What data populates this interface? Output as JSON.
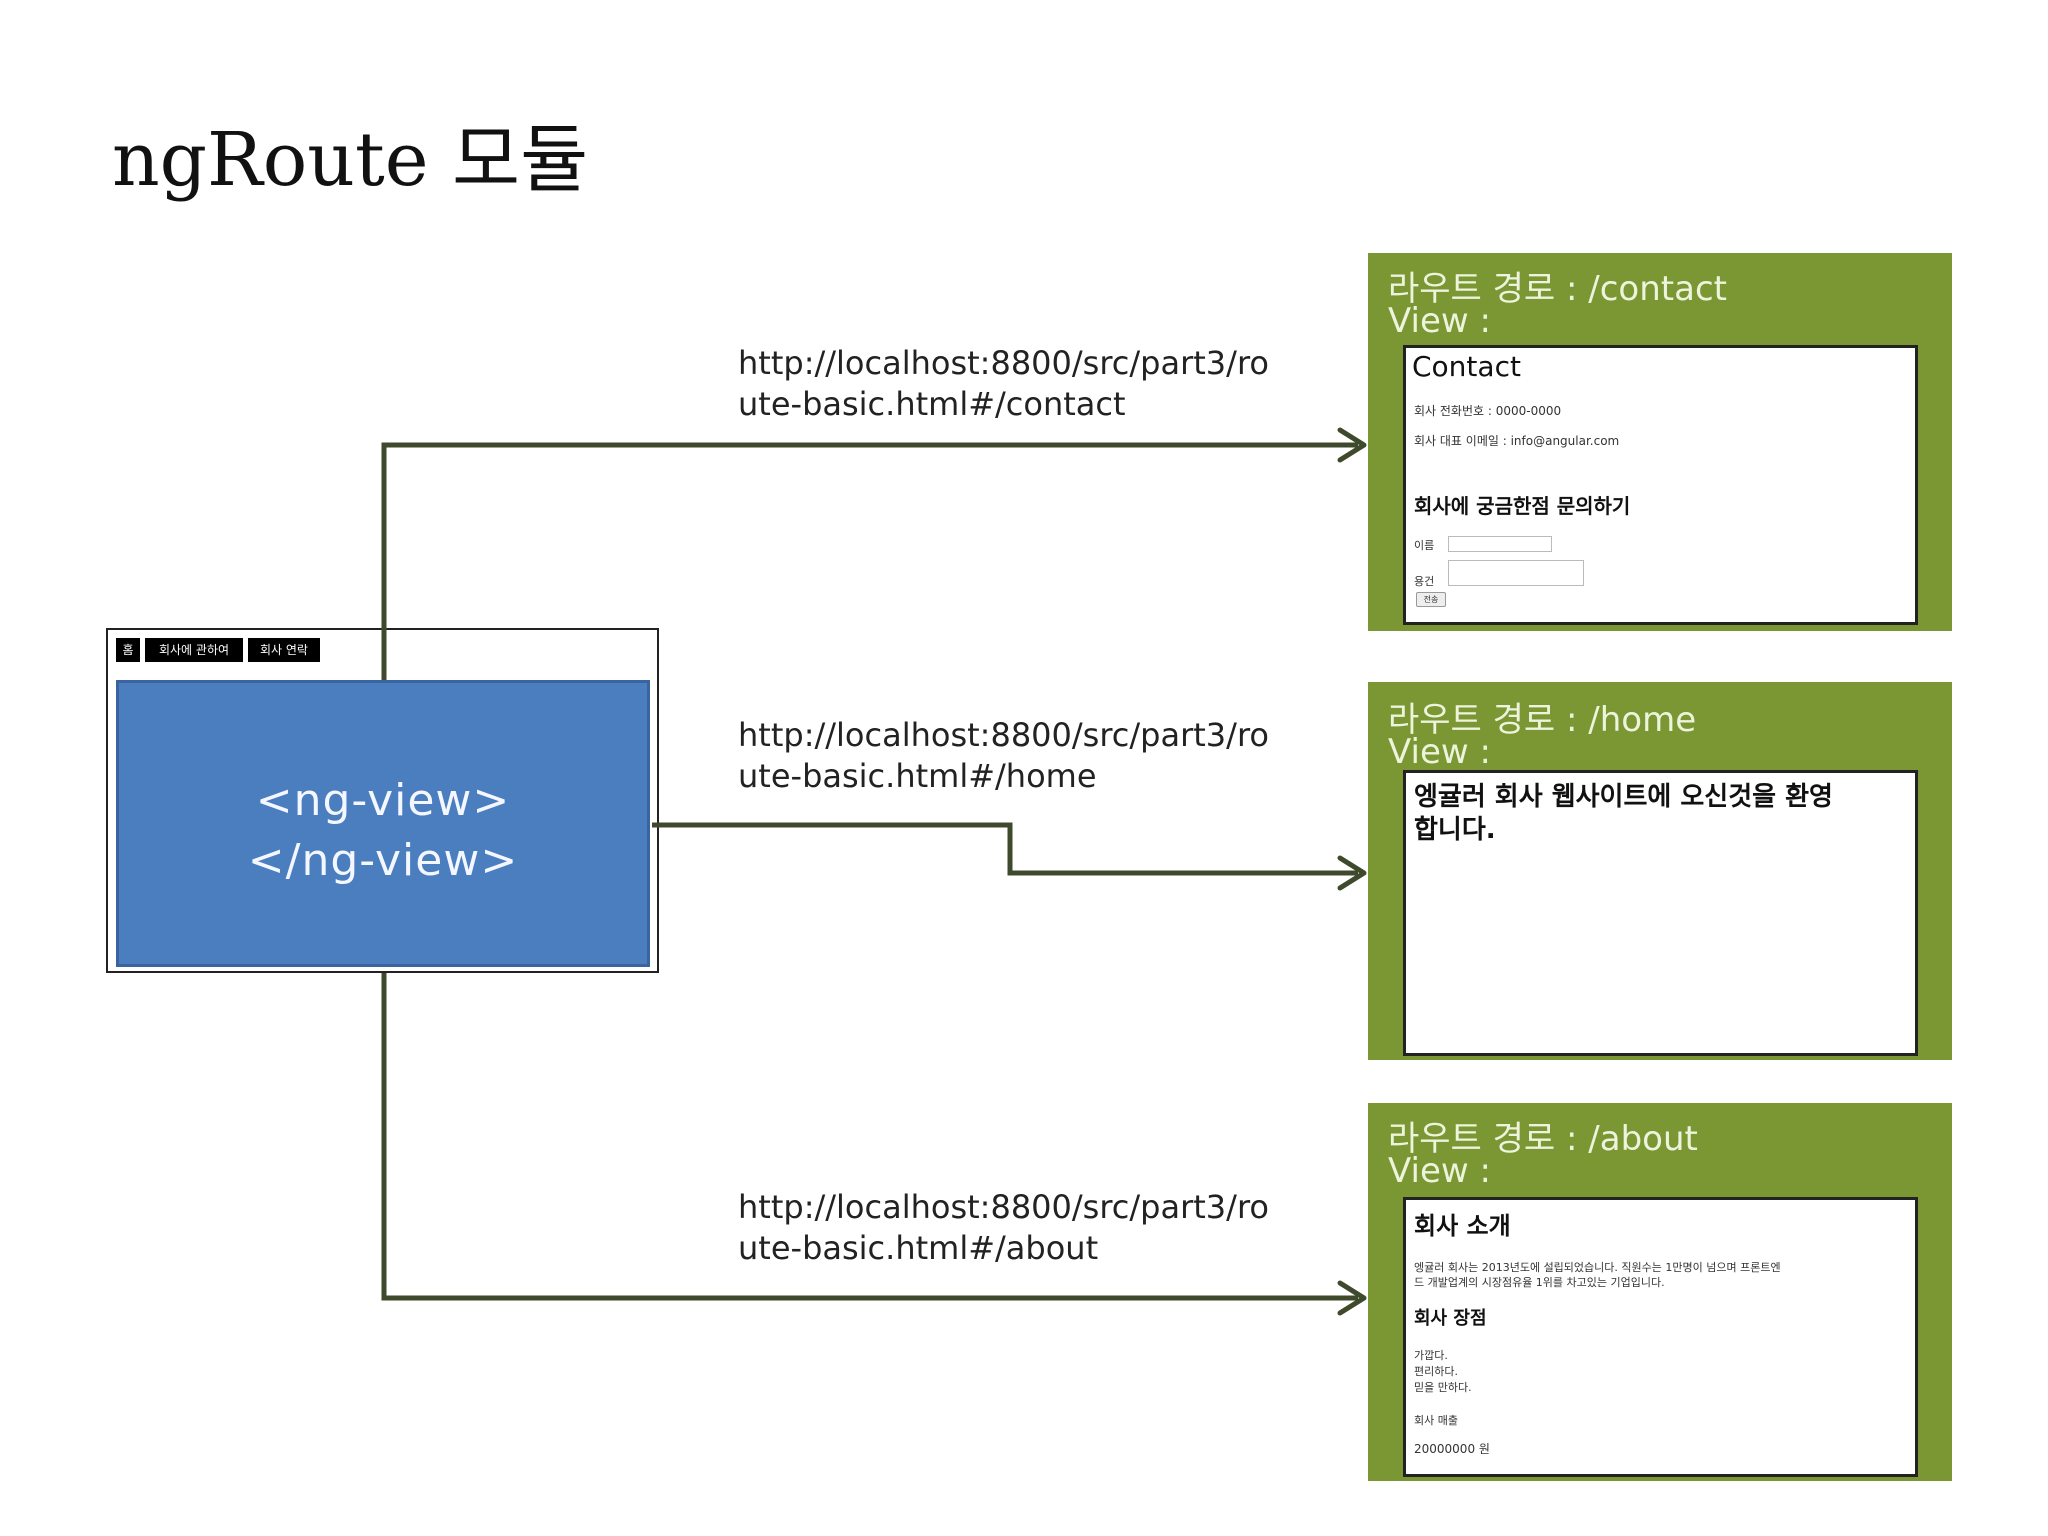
{
  "title": "ngRoute 모듈",
  "nav_tabs": [
    "홈",
    "회사에 관하여",
    "회사 연락"
  ],
  "ngview": {
    "open": "<ng-view>",
    "close": "</ng-view>"
  },
  "urls": {
    "contact": {
      "line1": "http://localhost:8800/src/part3/ro",
      "line2": "ute-basic.html#/contact"
    },
    "home": {
      "line1": "http://localhost:8800/src/part3/ro",
      "line2": "ute-basic.html#/home"
    },
    "about": {
      "line1": "http://localhost:8800/src/part3/ro",
      "line2": "ute-basic.html#/about"
    }
  },
  "panels": {
    "contact": {
      "route": "라우트 경로 : /contact",
      "view": "View :",
      "heading": "Contact",
      "phone": "회사 전화번호 : 0000-0000",
      "email": "회사 대표 이메일 : info@angular.com",
      "inquiry_title": "회사에 궁금한점 문의하기",
      "name_label": "이름",
      "subject_label": "용건",
      "submit_label": "전송"
    },
    "home": {
      "route": "라우트 경로 : /home",
      "view": "View :",
      "welcome_line1": "엥귤러 회사 웹사이트에 오신것을 환영",
      "welcome_line2": "합니다."
    },
    "about": {
      "route": "라우트 경로 : /about",
      "view": "View :",
      "heading": "회사 소개",
      "intro_line1": "엥귤러 회사는 2013년도에 설립되었습니다. 직원수는 1만명이 넘으며 프론트엔",
      "intro_line2": "드 개발업계의 시장점유율 1위를 차고있는 기업입니다.",
      "strengths_title": "회사 장점",
      "strengths": [
        "가깝다.",
        "편리하다.",
        "믿을 만하다."
      ],
      "sales_label": "회사 매출",
      "sales_value": "20000000 원"
    }
  },
  "colors": {
    "panel_bg": "#7a9734",
    "ngview_bg": "#4a7ebf",
    "arrow": "#3f4a2c"
  }
}
